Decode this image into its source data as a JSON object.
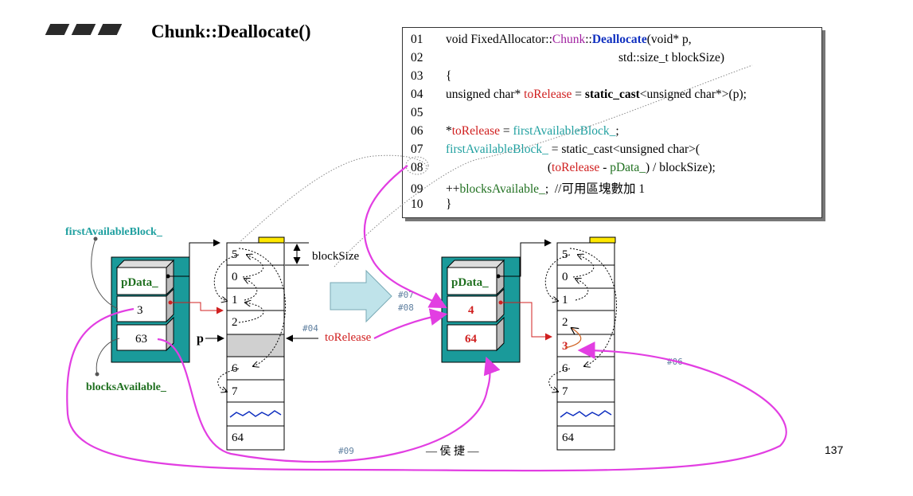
{
  "title": "Chunk::Deallocate()",
  "code": [
    {
      "ln": "01",
      "parts": [
        [
          "void FixedAllocator::",
          ""
        ],
        [
          "Chunk",
          "purple"
        ],
        [
          "::",
          ""
        ],
        [
          "Deallocate",
          "blue"
        ],
        [
          "(void* p,",
          ""
        ]
      ]
    },
    {
      "ln": "02",
      "parts": [
        [
          "                                                        std::size_t blockSize)",
          ""
        ]
      ]
    },
    {
      "ln": "03",
      "parts": [
        [
          "{",
          ""
        ]
      ]
    },
    {
      "ln": "04",
      "parts": [
        [
          "unsigned char* ",
          ""
        ],
        [
          "toRelease",
          "red"
        ],
        [
          " = ",
          ""
        ],
        [
          "static_cast",
          "bold"
        ],
        [
          "<unsigned char*>(p);",
          ""
        ]
      ]
    },
    {
      "ln": "05",
      "parts": [
        [
          "",
          ""
        ]
      ]
    },
    {
      "ln": "06",
      "parts": [
        [
          "*",
          ""
        ],
        [
          "toRelease",
          "red"
        ],
        [
          " = ",
          ""
        ],
        [
          "firstAvailableBlock_",
          "teal"
        ],
        [
          ";",
          ""
        ]
      ]
    },
    {
      "ln": "07",
      "parts": [
        [
          "firstAvailableBlock_",
          "teal"
        ],
        [
          " = static_cast<unsigned char>(",
          ""
        ]
      ]
    },
    {
      "ln": "08",
      "parts": [
        [
          "                                 (",
          ""
        ],
        [
          "toRelease",
          "red"
        ],
        [
          " - ",
          ""
        ],
        [
          "pData_",
          "green"
        ],
        [
          ") / blockSize);",
          ""
        ]
      ]
    },
    {
      "ln": "09",
      "parts": [
        [
          "++",
          ""
        ],
        [
          "blocksAvailable_",
          "green"
        ],
        [
          ";  //可用區塊數加 1",
          ""
        ]
      ]
    },
    {
      "ln": "10",
      "parts": [
        [
          "}",
          ""
        ]
      ]
    }
  ],
  "labels": {
    "first_available_block": "firstAvailableBlock_",
    "blocks_available": "blocksAvailable_",
    "block_size": "blockSize",
    "p": "p",
    "to_release": "toRelease",
    "pdata": "pData_",
    "tag_04": "#04",
    "tag_07": "#07",
    "tag_08": "#08",
    "tag_06": "#06",
    "tag_09": "#09",
    "footer": "— 侯 捷 —",
    "page_number": "137"
  },
  "left_chunk": {
    "pdata": "pData_",
    "first": "3",
    "avail": "63"
  },
  "right_chunk": {
    "pdata": "pData_",
    "first": "4",
    "avail": "64"
  },
  "left_blocks": [
    "5",
    "0",
    "1",
    "2",
    "",
    "6",
    "7",
    "",
    "64"
  ],
  "right_blocks": [
    "5",
    "0",
    "1",
    "2",
    "3",
    "6",
    "7",
    "",
    "64"
  ],
  "colors": {
    "teal_box": "#1a9a9a",
    "magenta": "#e23ee2",
    "arrow_fill": "#bfe3ea",
    "yellow": "#ffe800",
    "red": "#d02020"
  }
}
